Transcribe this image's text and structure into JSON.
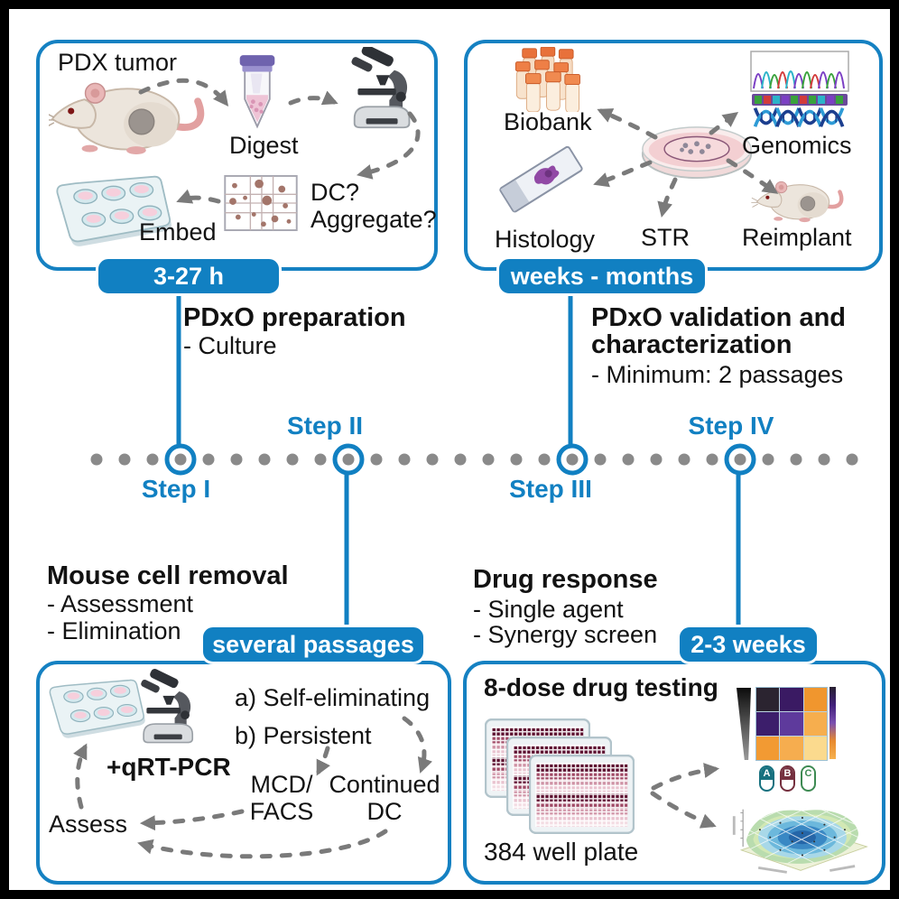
{
  "colors": {
    "accent": "#1180c2",
    "arrow": "#7a7a7a",
    "timeline_dot": "#8a8a8a"
  },
  "timeline": {
    "step1": "Step I",
    "step2": "Step II",
    "step3": "Step III",
    "step4": "Step IV"
  },
  "prep": {
    "badge": "3-27 h",
    "title": "PDxO preparation",
    "bullet": "- Culture",
    "pdx_tumor": "PDX tumor",
    "digest": "Digest",
    "dc": "DC?",
    "aggregate": "Aggregate?",
    "embed": "Embed"
  },
  "validation": {
    "badge": "weeks - months",
    "title_line1": "PDxO validation and",
    "title_line2": "characterization",
    "bullet": "- Minimum: 2 passages",
    "biobank": "Biobank",
    "genomics": "Genomics",
    "histology": "Histology",
    "str": "STR",
    "reimplant": "Reimplant"
  },
  "removal": {
    "badge": "several passages",
    "title": "Mouse cell removal",
    "bullet1": "- Assessment",
    "bullet2": "- Elimination",
    "qrtpcr": "+qRT-PCR",
    "option_a": "a) Self-eliminating",
    "option_b": "b) Persistent",
    "mcd_line1": "MCD/",
    "mcd_line2": "FACS",
    "dc_line1": "Continued",
    "dc_line2": "DC",
    "assess": "Assess"
  },
  "drug": {
    "badge": "2-3 weeks",
    "title": "Drug response",
    "bullet1": "- Single agent",
    "bullet2": "- Synergy screen",
    "testing_title": "8-dose drug testing",
    "plate_label": "384 well plate",
    "pills": [
      {
        "label": "A",
        "color": "#17717f",
        "fill": "#17717f",
        "text": "#ffffff"
      },
      {
        "label": "B",
        "color": "#75303f",
        "fill": "#75303f",
        "text": "#ffffff"
      },
      {
        "label": "C",
        "color": "#3d8a52",
        "fill": "#ffffff",
        "text": "#3d8a52"
      }
    ]
  },
  "heatmap": {
    "cells": [
      "#2b2430",
      "#3a1a63",
      "#f0962e",
      "#3c1e6b",
      "#5e3a9c",
      "#f6ae4e",
      "#f29a33",
      "#f6ad4f",
      "#fbda8e"
    ]
  }
}
